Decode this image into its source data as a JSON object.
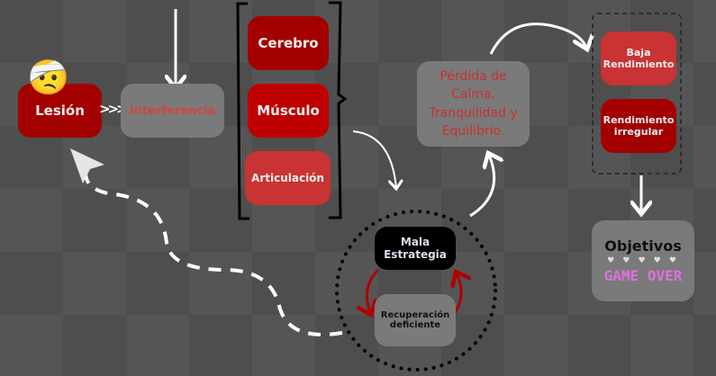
{
  "nodes": {
    "lesion": "Lesión",
    "interferencia": "Interferencia",
    "cerebro": "Cerebro",
    "musculo": "Músculo",
    "articulacion": "Articulación",
    "perdida": "Pérdida de Calma, Tranquilidad y Equilibrio.",
    "baja": "Baja Rendimiento",
    "irregular": "Rendimiento irregular",
    "objetivos": "Objetivos",
    "game_over": "GAME OVER",
    "hearts": "♥ ♥ ♥ ♥ ♥",
    "mala": "Mala Estrategia",
    "recuperacion": "Recuperación deficiente"
  },
  "chevrons": ">>>",
  "emoji": "🤕",
  "colors": {
    "dark_red": "#a30000",
    "red": "#c93333",
    "gray_box": "#7a7a7a",
    "pink": "#e070e0"
  }
}
